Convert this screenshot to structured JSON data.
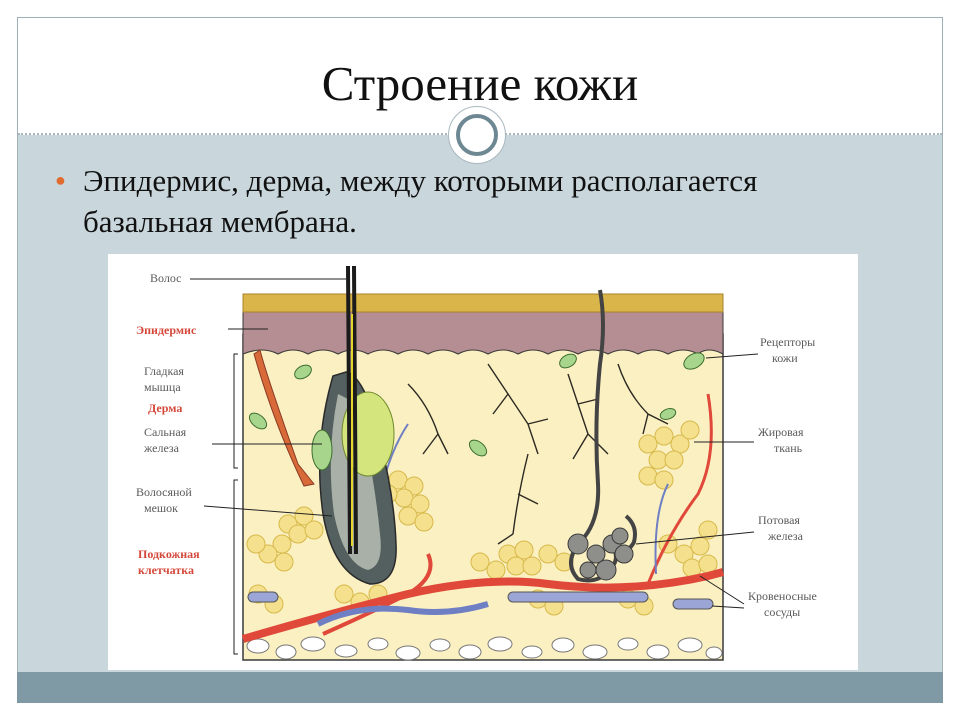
{
  "slide": {
    "title": "Строение кожи",
    "bullet": "Эпидермис, дерма, между которыми располагается базальная мембрана."
  },
  "diagram": {
    "labels_left": [
      {
        "lines": [
          "Волос"
        ]
      },
      {
        "lines": [
          "Эпидермис"
        ]
      },
      {
        "lines": [
          "Гладкая",
          "мышца"
        ]
      },
      {
        "lines": [
          "Дерма"
        ]
      },
      {
        "lines": [
          "Сальная",
          "железа"
        ]
      },
      {
        "lines": [
          "Волосяной",
          "мешок"
        ]
      },
      {
        "lines": [
          "Подкожная",
          "клетчатка"
        ]
      }
    ],
    "labels_right": [
      {
        "lines": [
          "Рецепторы",
          "кожи"
        ]
      },
      {
        "lines": [
          "Жировая",
          "ткань"
        ]
      },
      {
        "lines": [
          "Потовая",
          "железа"
        ]
      },
      {
        "lines": [
          "Кровеносные",
          "сосуды"
        ]
      }
    ]
  },
  "colors": {
    "frame": "#c9d6dc",
    "footer": "#7f9aa5",
    "bullet": "#e06c2f",
    "epidermis": "#b58e94",
    "stratum_corneum": "#d9b54a",
    "dermis": "#fbf0c2",
    "fat": "#f4e08d",
    "artery": "#e0493a",
    "vein": "#6f7fc4",
    "nerve": "#2d2a23",
    "gland": "#8e8e8a"
  }
}
